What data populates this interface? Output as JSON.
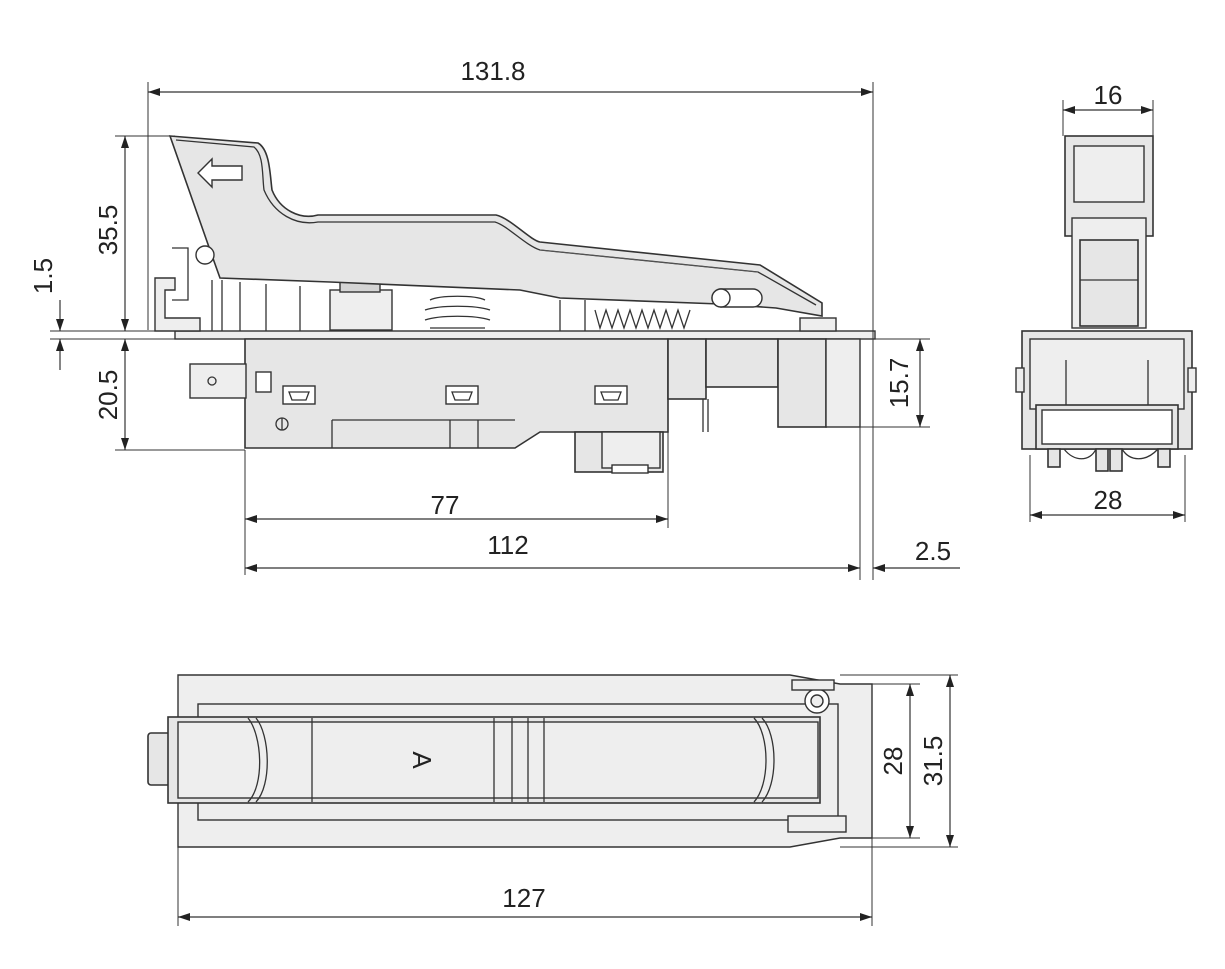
{
  "dimensions": {
    "overall_length": "131.8",
    "trigger_height": "35.5",
    "plate_thickness": "1.5",
    "body_height": "20.5",
    "terminal_height": "15.7",
    "terminal_spacing": "77",
    "body_length": "112",
    "end_offset": "2.5",
    "end_view_top_width": "16",
    "end_view_width": "28",
    "top_view_height": "28",
    "top_view_total_height": "31.5",
    "top_view_length": "127"
  },
  "labels": {
    "top_view_marking": "A"
  },
  "icons": {
    "direction_arrow": "left-arrow-icon"
  }
}
